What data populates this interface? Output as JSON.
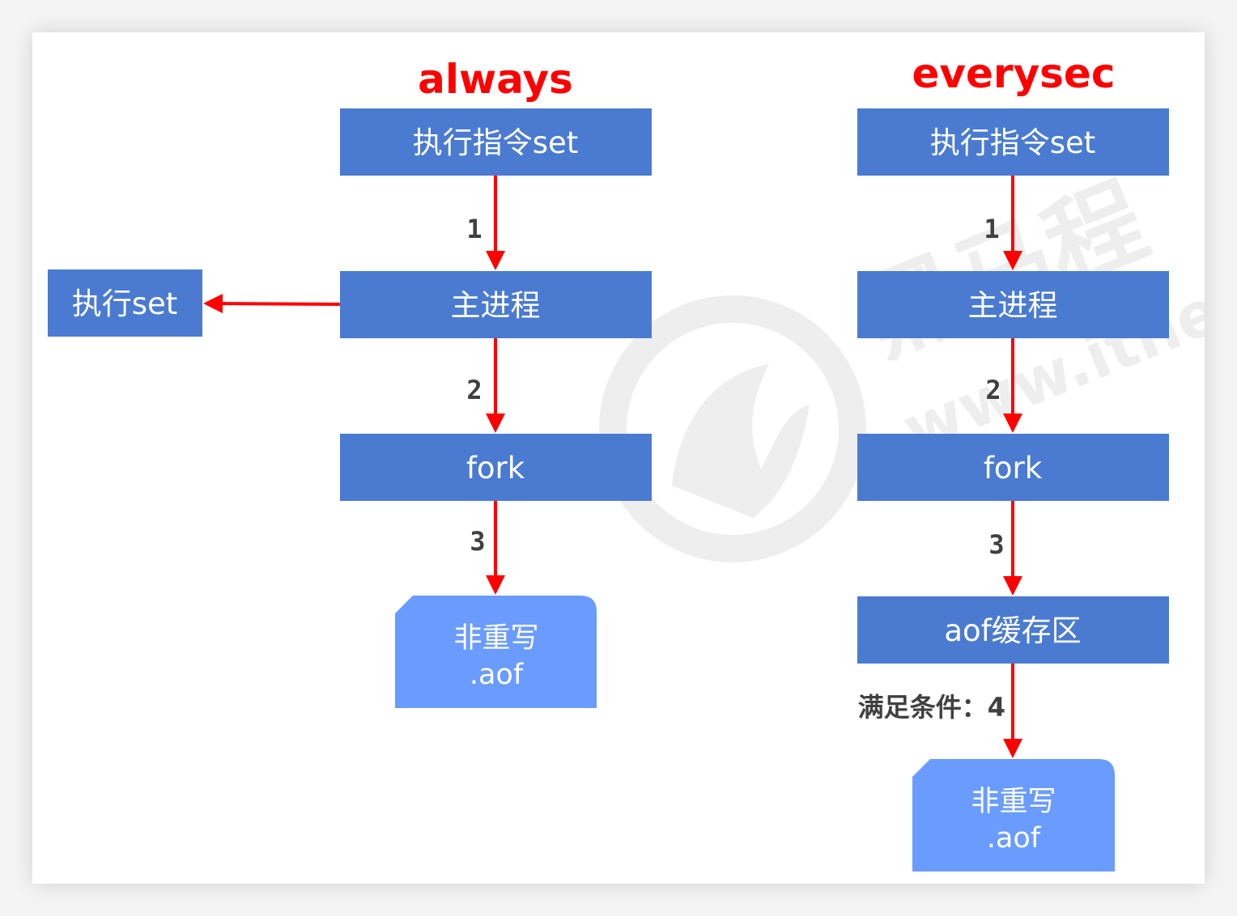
{
  "always": {
    "title": "always",
    "exec_command": "执行指令set",
    "main_process": "主进程",
    "exec_set": "执行set",
    "fork": "fork",
    "file_line1": "非重写",
    "file_line2": ".aof",
    "steps": [
      "1",
      "2",
      "3"
    ]
  },
  "everysec": {
    "title": "everysec",
    "exec_command": "执行指令set",
    "main_process": "主进程",
    "fork": "fork",
    "buffer": "aof缓存区",
    "condition": "满足条件：4",
    "file_line1": "非重写",
    "file_line2": ".aof",
    "steps": [
      "1",
      "2",
      "3"
    ]
  },
  "watermark": {
    "brand": "黑马程",
    "url": "www.itheim"
  },
  "colors": {
    "box": "#4a7bd0",
    "doc": "#6a9cff",
    "arrow": "#ff0000",
    "title": "#ff0000"
  }
}
